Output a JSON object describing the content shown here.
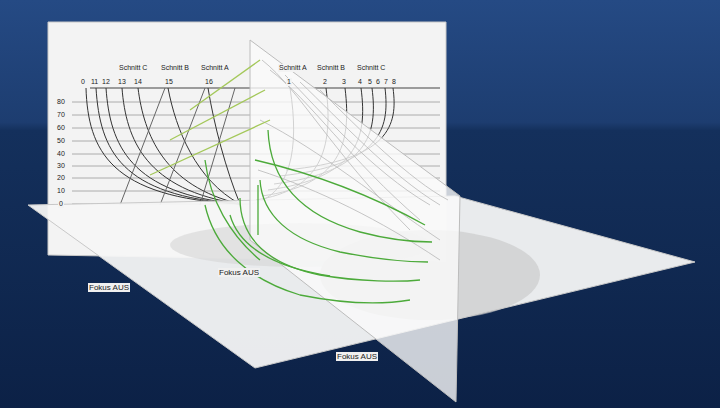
{
  "diagram": {
    "labels": [
      "Schnitt C",
      "Schnitt B",
      "Schnitt A",
      "Schnitt A",
      "Schnitt B",
      "Schnitt C",
      "0",
      "11",
      "12",
      "13",
      "14",
      "15",
      "16",
      "1",
      "2",
      "3",
      "4",
      "5",
      "6",
      "7",
      "8",
      "80",
      "70",
      "60",
      "50",
      "40",
      "30",
      "20",
      "10",
      "0",
      "Fokus AUS",
      "Fokus AUS",
      "Fokus AUS"
    ]
  }
}
